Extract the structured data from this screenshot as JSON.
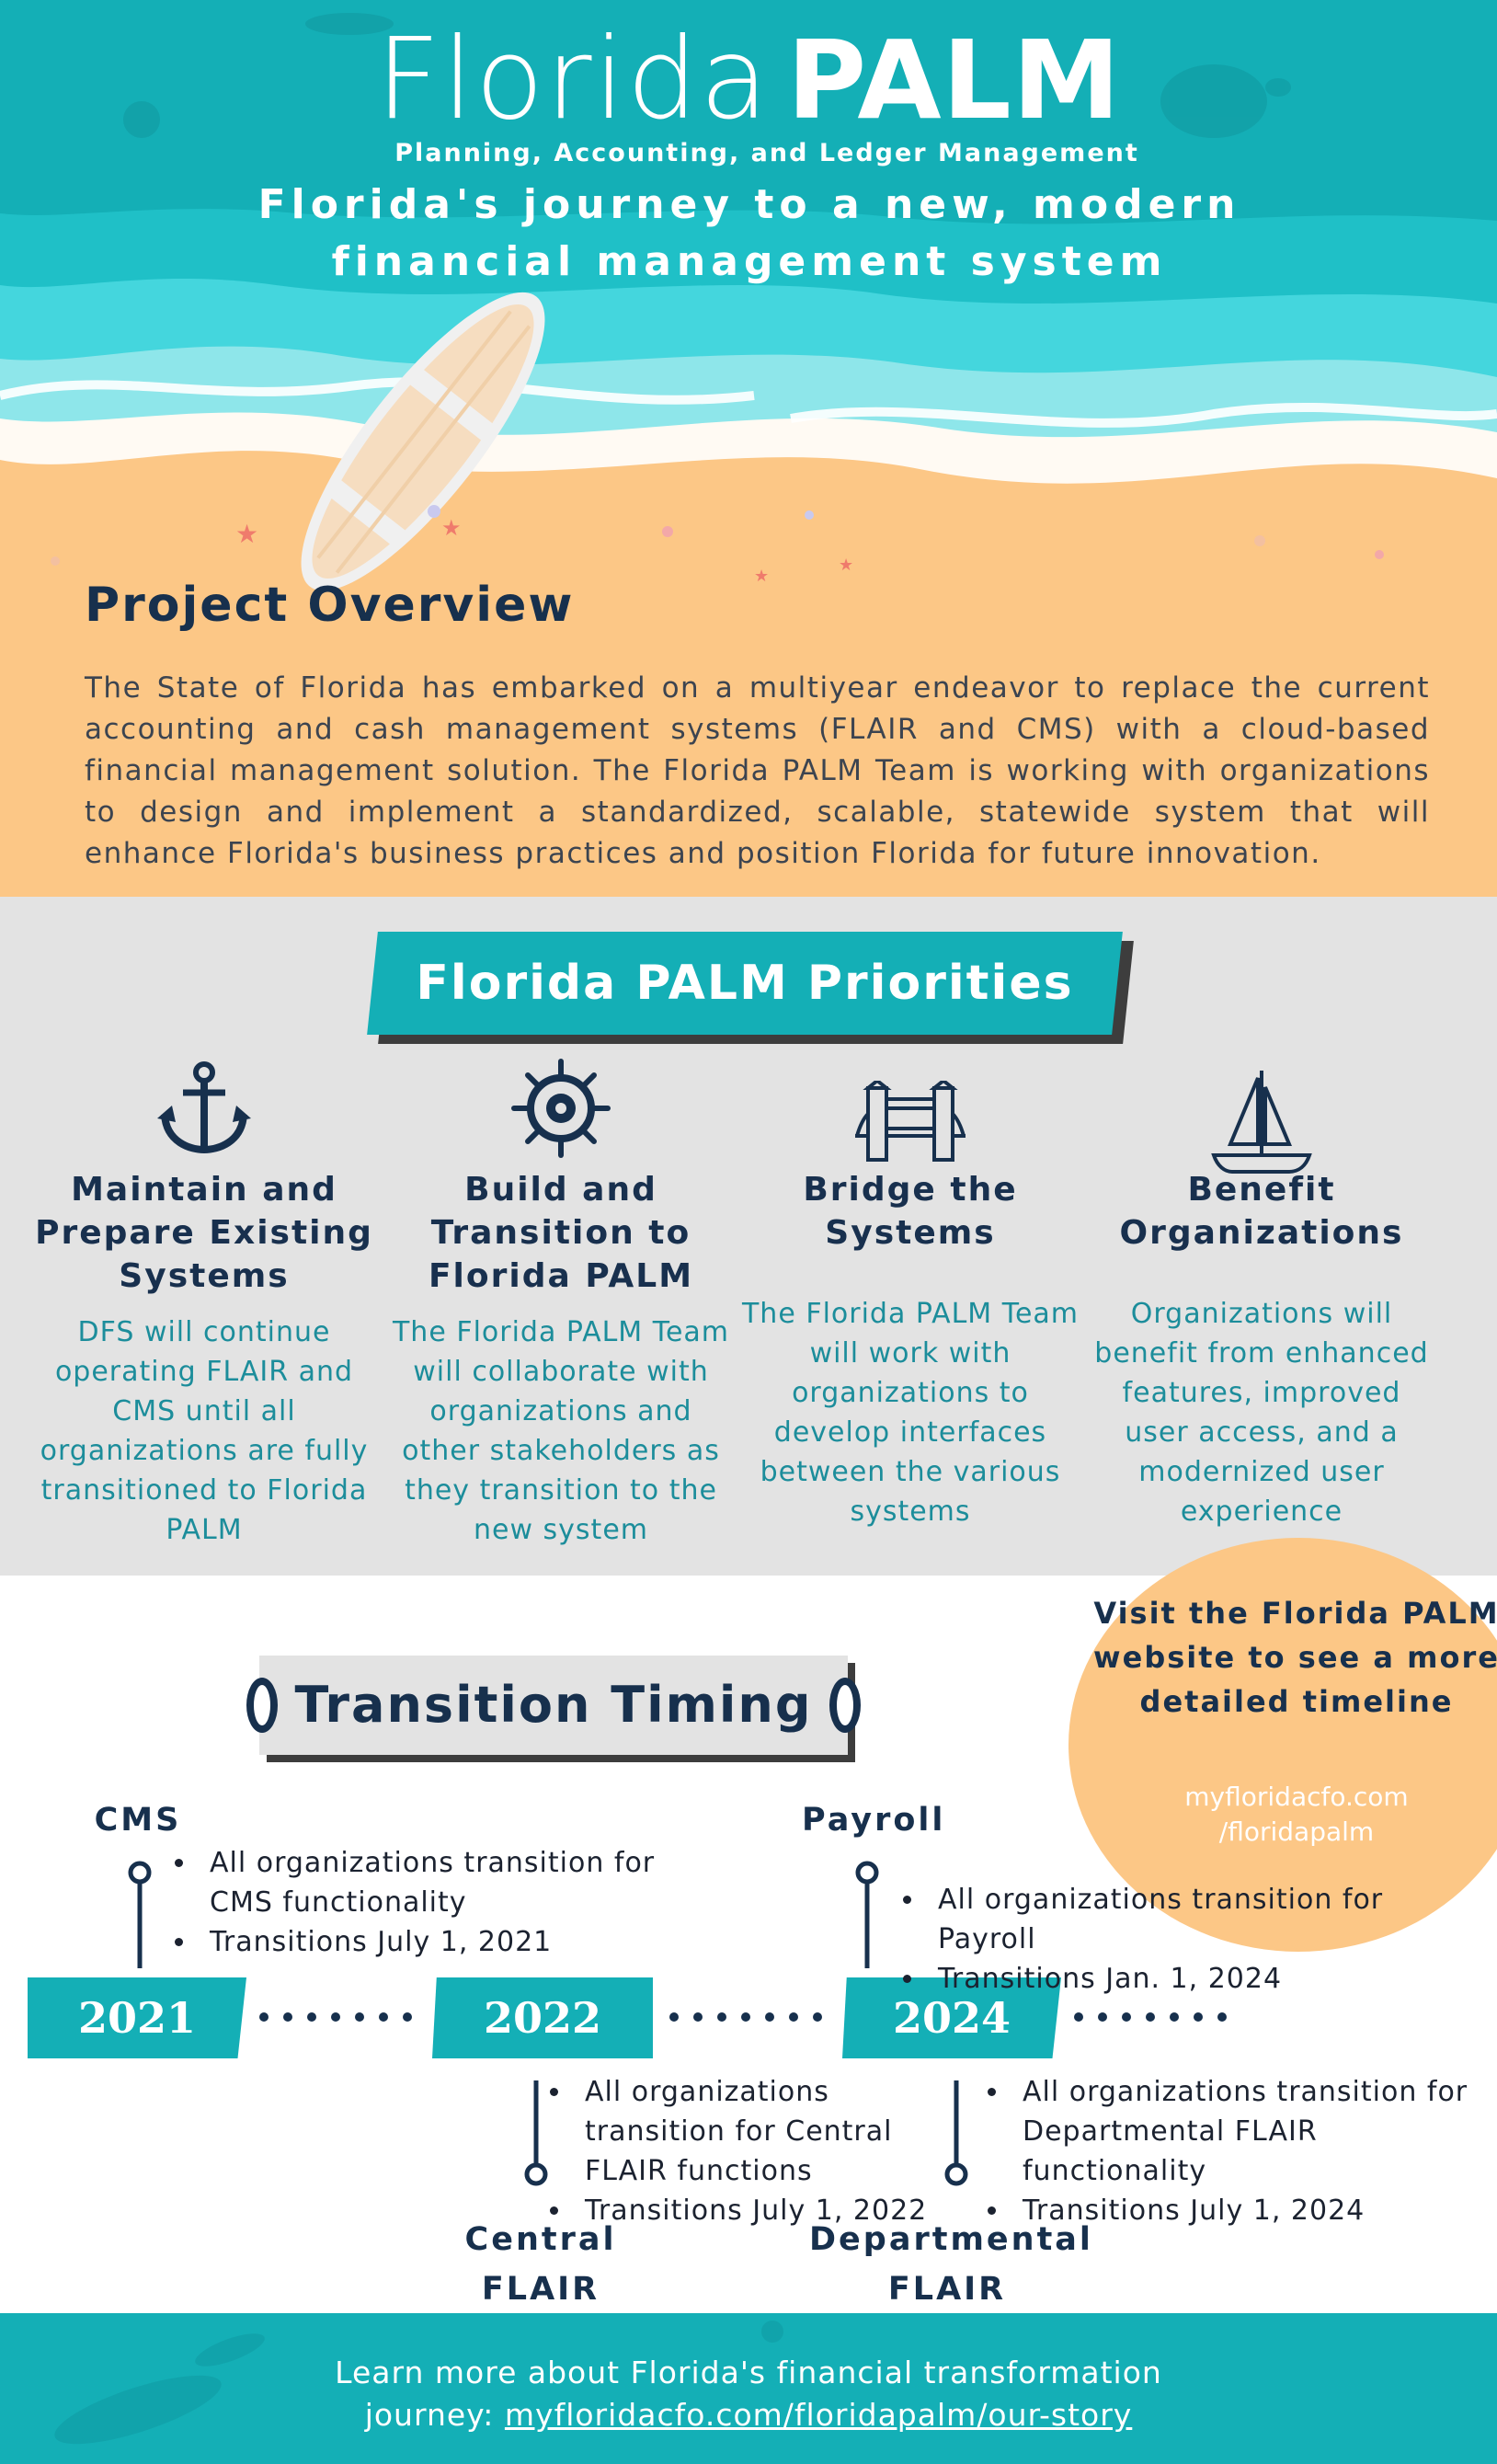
{
  "header": {
    "logo_light": "Florida",
    "logo_bold": "PALM",
    "logo_subtitle": "Planning, Accounting, and Ledger Management",
    "tagline": "Florida's journey to a new, modern financial management system"
  },
  "overview": {
    "title": "Project Overview",
    "text": "The State of Florida has embarked on a multiyear endeavor to replace the current accounting and cash management systems (FLAIR and CMS) with a cloud-based financial management solution. The Florida PALM Team is working with organizations to design and implement a standardized, scalable, statewide system that will enhance Florida's business practices and position Florida for future innovation."
  },
  "priorities": {
    "title": "Florida PALM Priorities",
    "items": [
      {
        "icon": "anchor-icon",
        "title": "Maintain and Prepare Existing Systems",
        "body": "DFS will continue operating FLAIR and CMS until all organizations are fully transitioned to Florida PALM"
      },
      {
        "icon": "ship-wheel-icon",
        "title": "Build and Transition to Florida PALM",
        "body": "The Florida PALM Team will collaborate with organizations and other stakeholders as they transition to the new system"
      },
      {
        "icon": "bridge-icon",
        "title": "Bridge the Systems",
        "body": "The Florida PALM Team will work with organizations  to develop interfaces between the various systems"
      },
      {
        "icon": "sailboat-icon",
        "title": "Benefit Organizations",
        "body": "Organizations will benefit from enhanced features, improved user access, and a modernized user experience"
      }
    ]
  },
  "timing": {
    "title": "Transition Timing",
    "visit_text": "Visit the Florida PALM website to see a more detailed timeline",
    "visit_link": "myfloridacfo.com /floridapalm",
    "years": [
      "2021",
      "2022",
      "2024"
    ],
    "milestones": {
      "cms": {
        "label": "CMS",
        "bullets": [
          "All organizations transition for CMS functionality",
          "Transitions July 1, 2021"
        ]
      },
      "payroll": {
        "label": "Payroll",
        "bullets": [
          "All organizations transition for Payroll",
          "Transitions Jan. 1, 2024"
        ]
      },
      "central": {
        "label_line1": "Central",
        "label_line2": "FLAIR",
        "bullets": [
          "All organizations transition for Central FLAIR functions",
          "Transitions July 1, 2022"
        ]
      },
      "departmental": {
        "label_line1": "Departmental",
        "label_line2": "FLAIR",
        "bullets": [
          "All organizations transition for Departmental FLAIR functionality",
          "Transitions July 1, 2024"
        ]
      }
    }
  },
  "footer": {
    "text": "Learn more about Florida's financial transformation",
    "prefix": "journey: ",
    "link": "myfloridacfo.com/floridapalm/our-story"
  },
  "colors": {
    "teal": "#14afb6",
    "navy": "#17304d",
    "sand": "#fcc786",
    "gray": "#e3e3e3"
  }
}
